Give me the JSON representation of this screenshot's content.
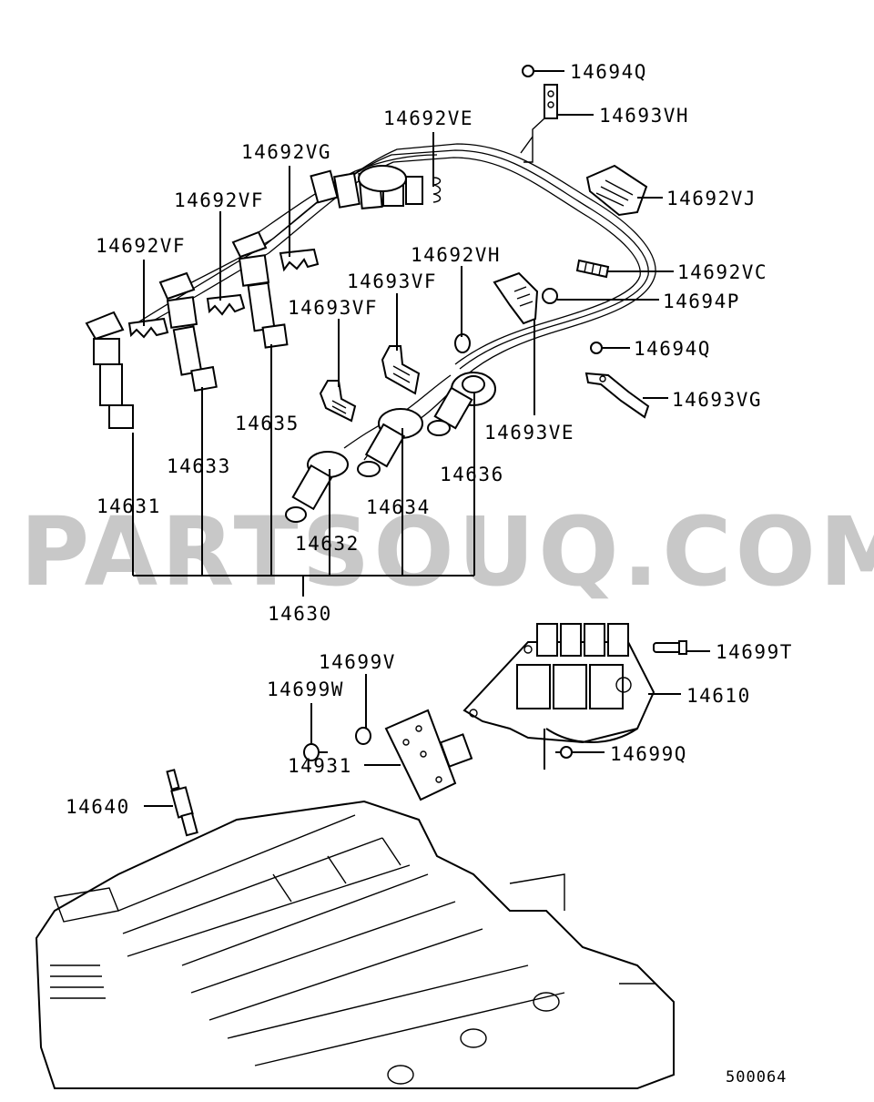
{
  "diagram_title": "",
  "watermark": "PARTSOUQ.COM",
  "figure_ref": "500064",
  "labels": {
    "p14694Q_a": "14694Q",
    "p14693VH": "14693VH",
    "p14692VE": "14692VE",
    "p14692VJ": "14692VJ",
    "p14692VG": "14692VG",
    "p14692VF_a": "14692VF",
    "p14692VF_b": "14692VF",
    "p14692VH": "14692VH",
    "p14692VC": "14692VC",
    "p14694P": "14694P",
    "p14693VF_a": "14693VF",
    "p14693VF_b": "14693VF",
    "p14694Q_b": "14694Q",
    "p14693VG": "14693VG",
    "p14693VE": "14693VE",
    "p14635": "14635",
    "p14633": "14633",
    "p14636": "14636",
    "p14631": "14631",
    "p14634": "14634",
    "p14632": "14632",
    "p14630": "14630",
    "p14699V": "14699V",
    "p14699T": "14699T",
    "p14699W": "14699W",
    "p14610": "14610",
    "p14699Q": "14699Q",
    "p14931": "14931",
    "p14640": "14640"
  }
}
